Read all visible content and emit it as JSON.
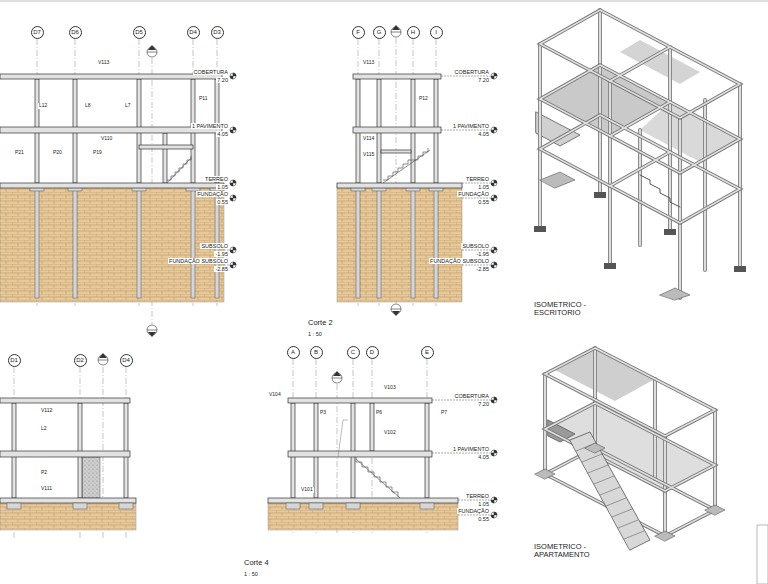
{
  "diagram": {
    "nodes": [
      {
        "text": [
          "D7"
        ]
      },
      {
        "text": [
          "D6"
        ]
      },
      {
        "text": [
          "D5"
        ]
      },
      {
        "text": [
          "D4"
        ]
      },
      {
        "text": [
          "D3"
        ]
      },
      {
        "text": [
          "F"
        ]
      },
      {
        "text": [
          "G"
        ]
      },
      {
        "text": [
          "H"
        ]
      },
      {
        "text": [
          "I"
        ]
      },
      {
        "text": [
          "D1"
        ]
      },
      {
        "text": [
          "D2"
        ]
      },
      {
        "text": [
          "D4"
        ]
      },
      {
        "text": [
          "A"
        ]
      },
      {
        "text": [
          "B"
        ]
      },
      {
        "text": [
          "C"
        ]
      },
      {
        "text": [
          "D"
        ]
      },
      {
        "text": [
          "E"
        ]
      }
    ],
    "labels": [
      "V113",
      "L12",
      "L8",
      "L7",
      "P21",
      "P20",
      "P19",
      "V110",
      "P11",
      "COBERTURA",
      "7.20",
      "1 PAVIMENTO",
      "4.05",
      "TERREO",
      "1.05",
      "FUNDAÇÃO",
      "0.55",
      "SUBSOLO",
      "-1.95",
      "FUNDAÇÃO SUBSOLO",
      "-2.85",
      "V113",
      "V114",
      "V115",
      "P12",
      "COBERTURA",
      "7.20",
      "1 PAVIMENTO",
      "4.05",
      "TERREO",
      "1.05",
      "FUNDAÇÃO",
      "0.55",
      "SUBSOLO",
      "-1.95",
      "FUNDAÇÃO SUBSOLO",
      "-2.85",
      "Corte 2",
      "1 : 50",
      "V112",
      "L2",
      "P2",
      "V111",
      "V104",
      "V103",
      "P3",
      "P6",
      "P7",
      "V102",
      "V101",
      "COBERTURA",
      "7.20",
      "1 PAVIMENTO",
      "4.05",
      "TERREO",
      "1.05",
      "FUNDAÇÃO",
      "0.55",
      "Corte 4",
      "1 : 50",
      "ISOMETRICO - ESCRITORIO",
      "ISOMETRICO - APARTAMENTO"
    ]
  }
}
